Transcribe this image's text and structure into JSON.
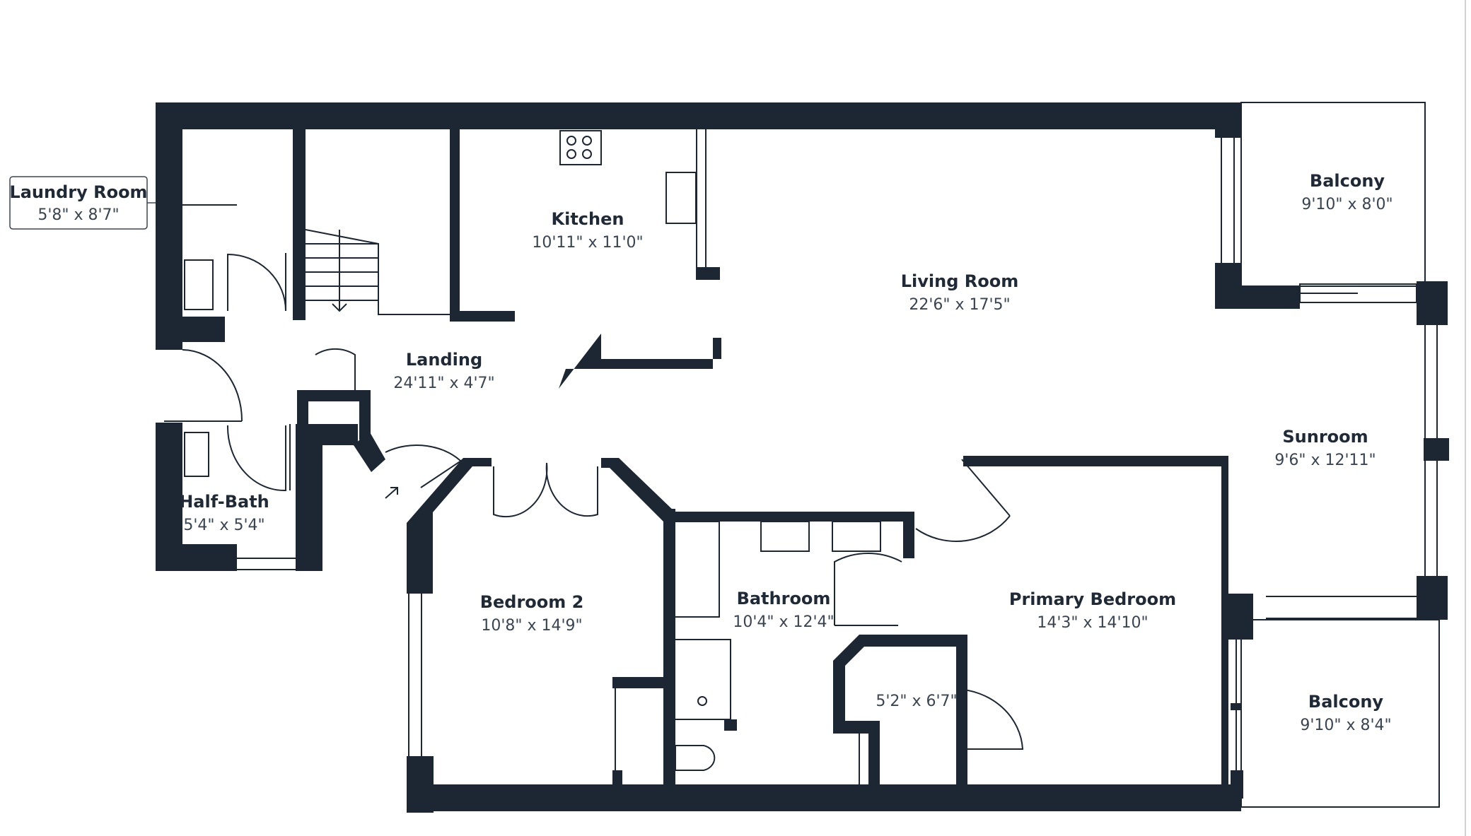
{
  "colors": {
    "wall": "#1c2733",
    "background": "#ffffff",
    "text": "#1f2a36"
  },
  "rooms": [
    {
      "id": "laundry-room",
      "name": "Laundry Room",
      "dims": "5'8\" x 8'7\""
    },
    {
      "id": "kitchen",
      "name": "Kitchen",
      "dims": "10'11\" x 11'0\""
    },
    {
      "id": "living-room",
      "name": "Living Room",
      "dims": "22'6\" x 17'5\""
    },
    {
      "id": "balcony-top",
      "name": "Balcony",
      "dims": "9'10\" x 8'0\""
    },
    {
      "id": "landing",
      "name": "Landing",
      "dims": "24'11\" x 4'7\""
    },
    {
      "id": "sunroom",
      "name": "Sunroom",
      "dims": "9'6\" x 12'11\""
    },
    {
      "id": "half-bath",
      "name": "Half-Bath",
      "dims": "5'4\" x 5'4\""
    },
    {
      "id": "bedroom-2",
      "name": "Bedroom 2",
      "dims": "10'8\" x 14'9\""
    },
    {
      "id": "bathroom",
      "name": "Bathroom",
      "dims": "10'4\" x 12'4\""
    },
    {
      "id": "primary-bedroom",
      "name": "Primary Bedroom",
      "dims": "14'3\" x 14'10\""
    },
    {
      "id": "closet",
      "name": "",
      "dims": "5'2\" x 6'7\""
    },
    {
      "id": "balcony-bottom",
      "name": "Balcony",
      "dims": "9'10\" x 8'4\""
    }
  ]
}
